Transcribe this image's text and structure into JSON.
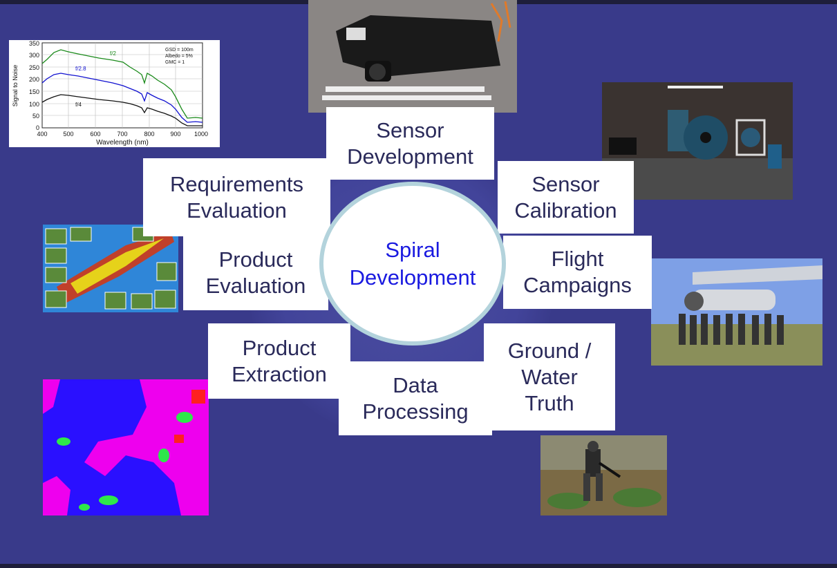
{
  "center": {
    "line1": "Spiral",
    "line2": "Development"
  },
  "labels": {
    "sensor_development": [
      "Sensor",
      "Development"
    ],
    "sensor_calibration": [
      "Sensor",
      "Calibration"
    ],
    "flight_campaigns": [
      "Flight",
      "Campaigns"
    ],
    "ground_water_truth": [
      "Ground /",
      "Water",
      "Truth"
    ],
    "data_processing": [
      "Data",
      "Processing"
    ],
    "product_extraction": [
      "Product",
      "Extraction"
    ],
    "product_evaluation": [
      "Product",
      "Evaluation"
    ],
    "requirements_evaluation": [
      "Requirements",
      "Evaluation"
    ]
  },
  "snr_chart": {
    "ylabel": "Signal to Noise",
    "xlabel": "Wavelength  (nm)",
    "yticks": [
      "0",
      "50",
      "100",
      "150",
      "200",
      "250",
      "300",
      "350"
    ],
    "xticks": [
      "400",
      "500",
      "600",
      "700",
      "800",
      "900",
      "1000"
    ],
    "note_lines": [
      "GSD = 100m",
      "Albedo = 5%",
      "GMC = 1"
    ],
    "series_labels": [
      "f/2",
      "f/2.8",
      "f/4"
    ],
    "colors": {
      "f2": "#1a8a1a",
      "f28": "#1010d0",
      "f4": "#111111"
    }
  },
  "photos": {
    "sensor": "sensor-photo",
    "lab": "calibration-lab-photo",
    "airplane": "airplane-crew-photo",
    "field": "field-worker-photo",
    "classmap": "classification-map",
    "collage": "evaluation-collage"
  },
  "colors": {
    "background": "#393a8a",
    "center_text": "#1a1ae0",
    "center_border": "#b3d3dc"
  }
}
